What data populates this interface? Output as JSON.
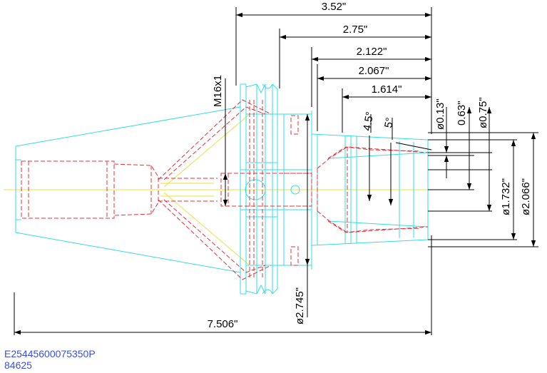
{
  "drawing": {
    "colors": {
      "outline": "#33dde8",
      "hidden": "#e8303a",
      "center": "#e8e23a",
      "dimension": "#000000",
      "part_text": "#3a4fe0"
    },
    "dimensions": {
      "length_3_52": "3.52\"",
      "length_2_75": "2.75\"",
      "length_2_122": "2.122\"",
      "length_2_067": "2.067\"",
      "length_1_614": "1.614\"",
      "overall_length": "7.506\"",
      "thread": "M16x1",
      "dia_0_13": "ø0.13\"",
      "dia_0_63": "0.63\"",
      "dia_0_75": "ø0.75\"",
      "dia_1_732": "ø1.732\"",
      "dia_2_066": "ø2.066\"",
      "dia_2_745": "ø2.745\"",
      "angle_4_5": "4.5°",
      "angle_5": "5°"
    },
    "part_number": "E25445600075350P",
    "item_number": "84625"
  }
}
